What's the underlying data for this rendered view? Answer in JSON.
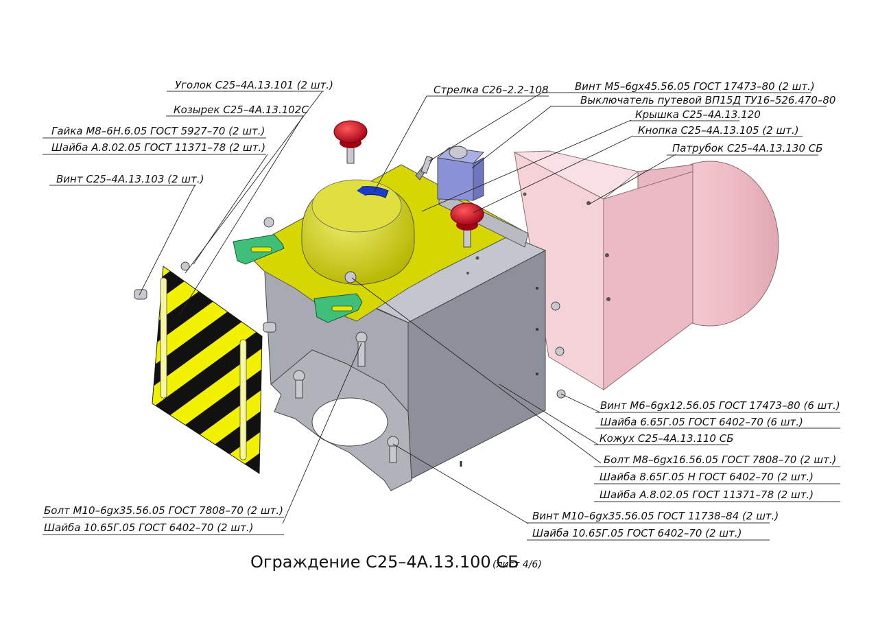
{
  "title": "Ограждение С25–4А.13.100 СБ",
  "sheet": "(лист 4/6)",
  "colors": {
    "plate": "#d8d800",
    "housing": "#a9abb4",
    "nozzle": "#f2c8cf",
    "bracket": "#3fbf7a",
    "knob": "#d8001c",
    "switch": "#8c92d8",
    "stripe_yellow": "#f2f200",
    "stripe_black": "#111111",
    "arrow": "#1a3cc8"
  },
  "labels": {
    "ugolok": "Уголок С25–4А.13.101 (2 шт.)",
    "kozyrek": "Козырек С25–4А.13.102С",
    "gaika": "Гайка М8–6Н.6.05 ГОСТ 5927–70 (2 шт.)",
    "shaiba_a8_left": "Шайба А.8.02.05 ГОСТ 11371–78 (2 шт.)",
    "vint_103": "Винт С25–4А.13.103 (2 шт.)",
    "strelka": "Стрелка С26–2.2–108",
    "vint_m5": "Винт М5–6gх45.56.05 ГОСТ 17473–80 (2 шт.)",
    "vykl": "Выключатель путевой ВП15Д ТУ16–526.470–80",
    "kryshka": "Крышка С25–4А.13.120",
    "knopka": "Кнопка С25–4А.13.105 (2 шт.)",
    "patrubok": "Патрубок С25–4А.13.130 СБ",
    "vint_m6": "Винт М6–6gх12.56.05 ГОСТ 17473–80 (6 шт.)",
    "shaiba_6": "Шайба 6.65Г.05 ГОСТ 6402–70 (6 шт.)",
    "kozhuh": "Кожух С25–4А.13.110 СБ",
    "bolt_m8": "Болт М8–6gх16.56.05 ГОСТ 7808–70 (2 шт.)",
    "shaiba_8": "Шайба 8.65Г.05 Н ГОСТ 6402–70 (2 шт.)",
    "shaiba_a8_right": "Шайба А.8.02.05 ГОСТ 11371–78 (2 шт.)",
    "bolt_m10": "Болт М10–6gх35.56.05 ГОСТ 7808–70 (2 шт.)",
    "shaiba_10_left": "Шайба 10.65Г.05 ГОСТ 6402–70 (2 шт.)",
    "vint_m10": "Винт М10–6gх35.56.05 ГОСТ 11738–84 (2 шт.)",
    "shaiba_10_right": "Шайба 10.65Г.05 ГОСТ 6402–70 (2 шт.)"
  }
}
